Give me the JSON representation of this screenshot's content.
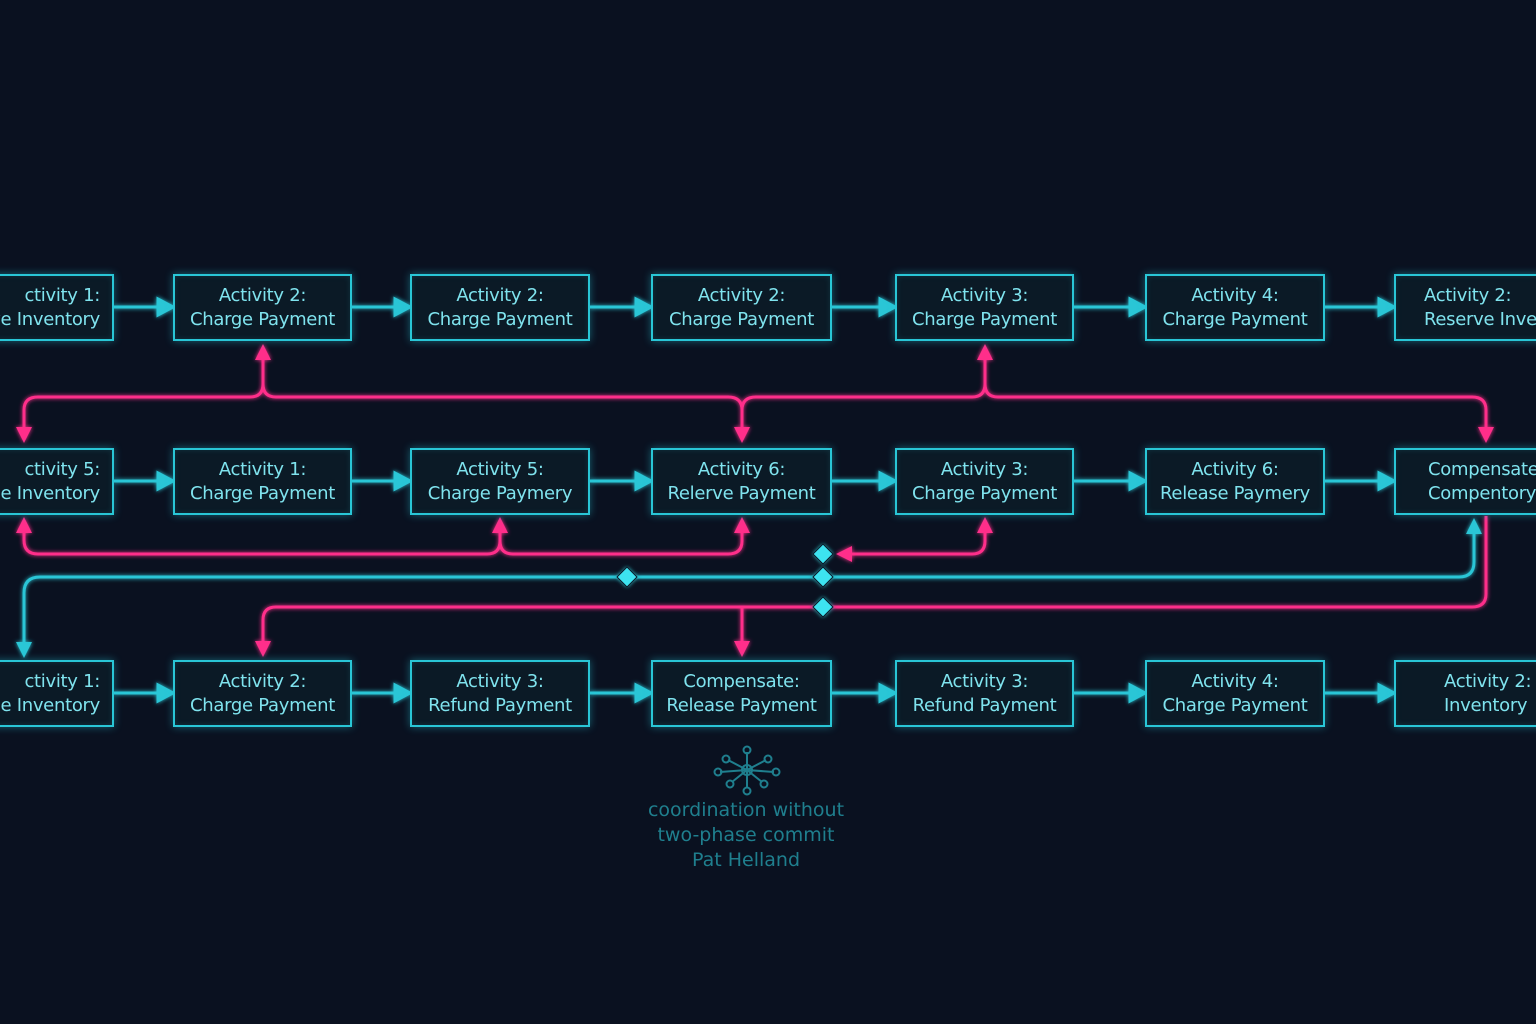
{
  "colors": {
    "background": "#0a1120",
    "forward_flow": "#29c6d6",
    "compensation_flow": "#ff2f8a",
    "caption": "#1f7f8e"
  },
  "rows": [
    {
      "id": "row-1",
      "activities": [
        {
          "title": "ctivity 1:",
          "action": "ve Inventory"
        },
        {
          "title": "Activity 2:",
          "action": "Charge Payment"
        },
        {
          "title": "Activity 2:",
          "action": "Charge Payment"
        },
        {
          "title": "Activity 2:",
          "action": "Charge Payment"
        },
        {
          "title": "Activity 3:",
          "action": "Charge Payment"
        },
        {
          "title": "Activity 4:",
          "action": "Charge Payment"
        },
        {
          "title": "Activity 2:",
          "action": "Reserve Invento"
        }
      ]
    },
    {
      "id": "row-2",
      "activities": [
        {
          "title": "ctivity 5:",
          "action": "se Inventory"
        },
        {
          "title": "Activity 1:",
          "action": "Charge Payment"
        },
        {
          "title": "Activity 5:",
          "action": "Charge Paymery"
        },
        {
          "title": "Activity 6:",
          "action": "Relerve Payment"
        },
        {
          "title": "Activity 3:",
          "action": "Charge Payment"
        },
        {
          "title": "Activity 6:",
          "action": "Release Paymery"
        },
        {
          "title": "Compensate",
          "action": "Compentory"
        }
      ]
    },
    {
      "id": "row-3",
      "activities": [
        {
          "title": "ctivity 1:",
          "action": "se Inventory"
        },
        {
          "title": "Activity 2:",
          "action": "Charge Payment"
        },
        {
          "title": "Activity 3:",
          "action": "Refund Payment"
        },
        {
          "title": "Compensate:",
          "action": "Release Payment"
        },
        {
          "title": "Activity 3:",
          "action": "Refund Payment"
        },
        {
          "title": "Activity 4:",
          "action": "Charge Payment"
        },
        {
          "title": "Activity 2:",
          "action": "Inventory"
        }
      ]
    }
  ],
  "caption": {
    "icon": "network-icon",
    "line1": "coordination without",
    "line2": "two-phase commit",
    "line3": "Pat Helland"
  }
}
